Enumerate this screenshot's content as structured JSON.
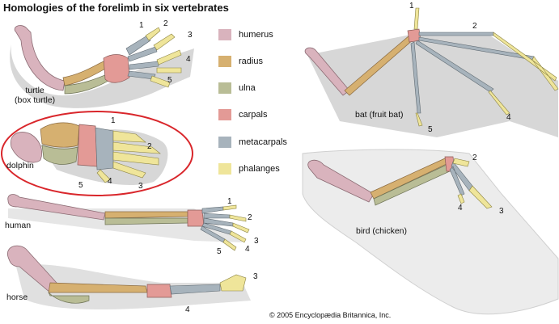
{
  "title": "Homologies of the forelimb in six vertebrates",
  "colors": {
    "humerus": "#d9b3bd",
    "radius": "#d6b070",
    "ulna": "#b9bd96",
    "carpals": "#e39a96",
    "metacarpals": "#a7b3bc",
    "phalanges": "#efe59a",
    "shadow": "#d7d7d7",
    "highlight_ring": "#d9262b"
  },
  "legend": [
    {
      "label": "humerus",
      "color": "#d9b3bd"
    },
    {
      "label": "radius",
      "color": "#d6b070"
    },
    {
      "label": "ulna",
      "color": "#b9bd96"
    },
    {
      "label": "carpals",
      "color": "#e39a96"
    },
    {
      "label": "metacarpals",
      "color": "#a7b3bc"
    },
    {
      "label": "phalanges",
      "color": "#efe59a"
    }
  ],
  "animals": {
    "turtle": {
      "label_line1": "turtle",
      "label_line2": "(box turtle)",
      "digits": [
        "1",
        "2",
        "3",
        "4",
        "5"
      ]
    },
    "dolphin": {
      "label": "dolphin",
      "digits": [
        "1",
        "2",
        "3",
        "4",
        "5"
      ]
    },
    "human": {
      "label": "human",
      "digits": [
        "1",
        "2",
        "3",
        "4",
        "5"
      ]
    },
    "horse": {
      "label": "horse",
      "digits": [
        "3",
        "4"
      ]
    },
    "bat": {
      "label": "bat (fruit bat)",
      "digits": [
        "1",
        "2",
        "4",
        "5"
      ]
    },
    "bird": {
      "label": "bird (chicken)",
      "digits": [
        "2",
        "4",
        "3"
      ]
    }
  },
  "copyright": "© 2005 Encyclopædia Britannica, Inc."
}
